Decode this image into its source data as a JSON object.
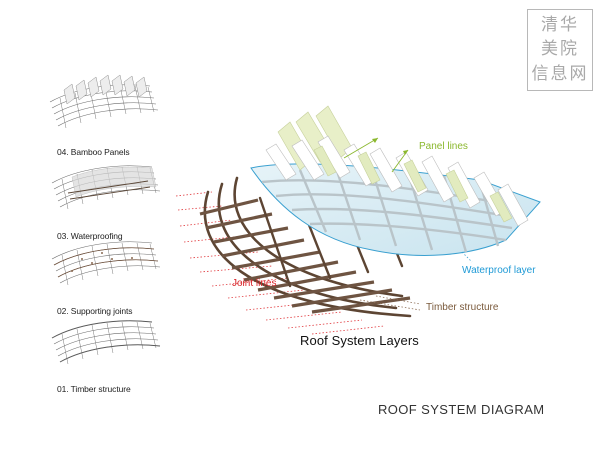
{
  "diagram": {
    "title": "ROOF SYSTEM DIAGRAM",
    "main_label": "Roof System Layers",
    "steps": [
      {
        "label": "04. Bamboo Panels"
      },
      {
        "label": "03. Waterproofing"
      },
      {
        "label": "02. Supporting joints"
      },
      {
        "label": "01. Timber structure"
      }
    ],
    "callouts": {
      "panel_lines": {
        "text": "Panel lines",
        "color": "#8bb82e"
      },
      "waterproof_layer": {
        "text": "Waterproof layer",
        "color": "#1f9ad6"
      },
      "joint_lines": {
        "text": "Joint lines",
        "color": "#d9252a"
      },
      "timber_structure": {
        "text": "Timber structure",
        "color": "#7a5a3c"
      }
    }
  },
  "watermark": {
    "lines": [
      "清华",
      "美院",
      "信息网"
    ]
  }
}
